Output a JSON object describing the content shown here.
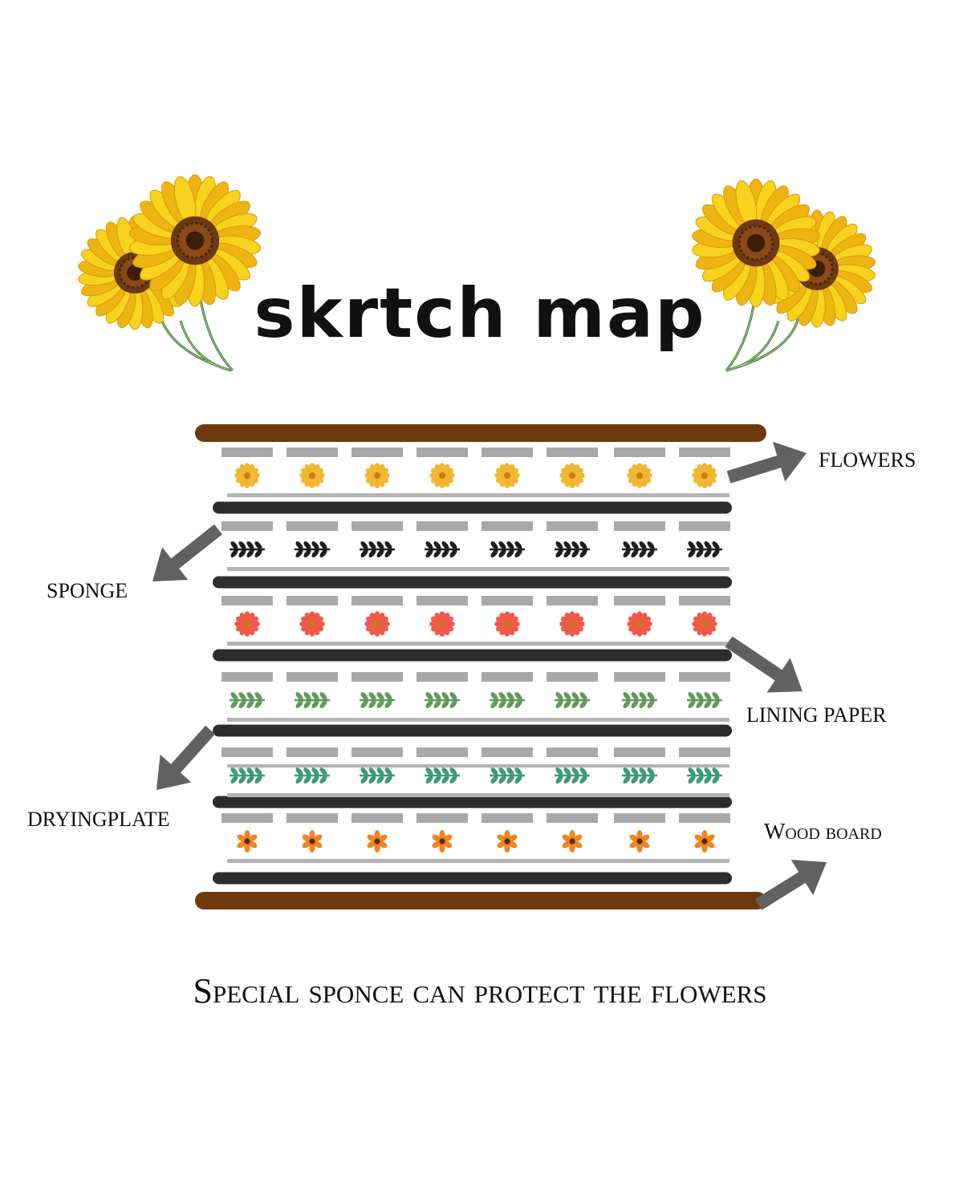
{
  "title": "skrtch map",
  "labels": {
    "flowers": "FLOWERS",
    "sponge": "SPONGE",
    "lining_paper": "LINING PAPER",
    "dryingplate": "DRYINGPLATE",
    "wood_board": "Wood board"
  },
  "footer": "Special sponce can protect the flowers",
  "colors": {
    "wood": "#6e3a0c",
    "plate": "#2d2d2d",
    "sponge": "#a8a8a8",
    "lining": "#b4b4b4",
    "arrow": "#616161",
    "sunflower_petal": "#f3c21a",
    "sunflower_center": "#6b3a12",
    "stem": "#3f7a2a"
  },
  "rows": [
    {
      "item": "yellow-flower-icon",
      "color": "#f2b632"
    },
    {
      "item": "black-leaf-sprig-icon",
      "color": "#1e1e1e"
    },
    {
      "item": "red-flower-icon",
      "color": "#ef5a4a"
    },
    {
      "item": "green-leaf-sprig-icon",
      "color": "#5f9a5b"
    },
    {
      "item": "teal-leaf-sprig-icon",
      "color": "#3f9a7a"
    },
    {
      "item": "orange-flower-icon",
      "color": "#f0841f"
    }
  ]
}
